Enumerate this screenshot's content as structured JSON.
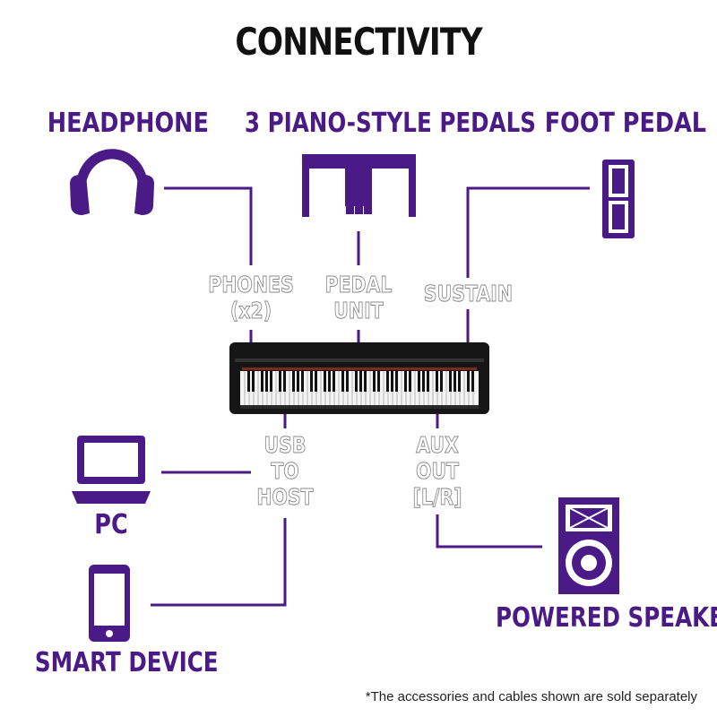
{
  "title": "CONNECTIVITY",
  "devices": {
    "headphone": "HEADPHONE",
    "pedals": "3 PIANO-STYLE PEDALS",
    "foot_pedal": "FOOT PEDAL",
    "pc": "PC",
    "smart_device": "SMART DEVICE",
    "speaker": "POWERED SPEAKER"
  },
  "ports": {
    "phones_1": "PHONES",
    "phones_2": "(x2)",
    "pedal_1": "PEDAL",
    "pedal_2": "UNIT",
    "sustain": "SUSTAIN",
    "usb_1": "USB",
    "usb_2": "TO",
    "usb_3": "HOST",
    "aux_1": "AUX",
    "aux_2": "OUT",
    "aux_3": "[L/R]"
  },
  "colors": {
    "accent": "#4a1a86",
    "line": "#4a1a86",
    "text": "#111111"
  },
  "icons": [
    "headphones-icon",
    "pedal-unit-icon",
    "foot-pedal-icon",
    "laptop-icon",
    "smartphone-icon",
    "speaker-icon",
    "keyboard-image"
  ],
  "footnote": "*The accessories and cables shown are sold separately"
}
